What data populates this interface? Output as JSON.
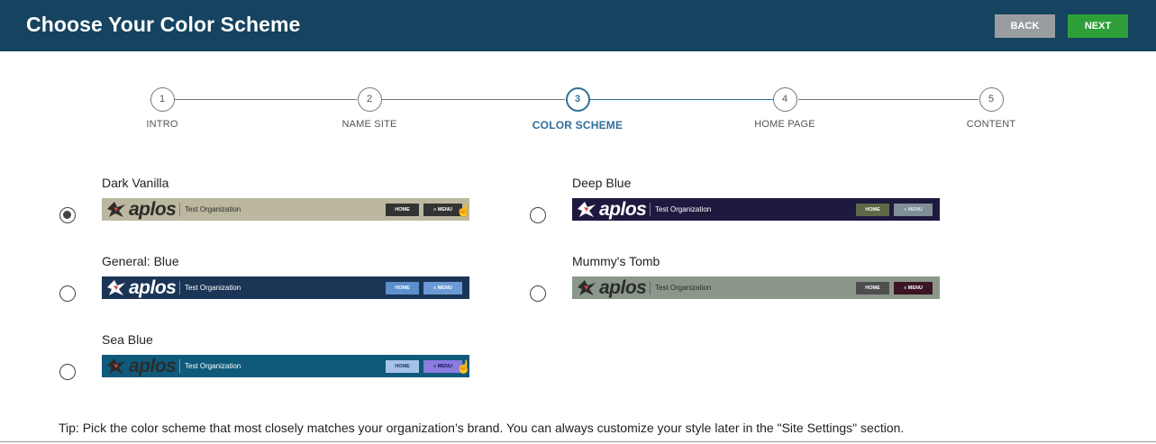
{
  "header": {
    "title": "Choose Your Color Scheme",
    "back_label": "BACK",
    "next_label": "NEXT"
  },
  "steps": [
    {
      "number": "1",
      "label": "INTRO"
    },
    {
      "number": "2",
      "label": "NAME SITE"
    },
    {
      "number": "3",
      "label": "COLOR SCHEME",
      "active": true
    },
    {
      "number": "4",
      "label": "HOME PAGE"
    },
    {
      "number": "5",
      "label": "CONTENT"
    }
  ],
  "schemes": [
    {
      "name": "Dark Vanilla",
      "selected": true,
      "logo": "aplos",
      "org": "Test Organization",
      "home": "HOME",
      "menu": "MENU",
      "colors": {
        "bar": "#bcb89f",
        "logo": "#2b2b2b",
        "org": "#2b2b2b",
        "home_bg": "#333333",
        "home_fg": "#ffffff",
        "menu_bg": "#333333",
        "menu_fg": "#ffffff"
      }
    },
    {
      "name": "Deep Blue",
      "selected": false,
      "logo": "aplos",
      "org": "Test Organization",
      "home": "HOME",
      "menu": "MENU",
      "colors": {
        "bar": "#1e1a3f",
        "logo": "#ffffff",
        "org": "#ffffff",
        "home_bg": "#5e6a47",
        "home_fg": "#ffffff",
        "menu_bg": "#7f8f96",
        "menu_fg": "#dfe6e8"
      }
    },
    {
      "name": "General: Blue",
      "selected": false,
      "logo": "aplos",
      "org": "Test Organization",
      "home": "HOME",
      "menu": "MENU",
      "colors": {
        "bar": "#1b3557",
        "logo": "#ffffff",
        "org": "#ffffff",
        "home_bg": "#5d8fcc",
        "home_fg": "#ffffff",
        "menu_bg": "#6b9ad4",
        "menu_fg": "#ffffff"
      }
    },
    {
      "name": "Mummy's Tomb",
      "selected": false,
      "logo": "aplos",
      "org": "Test Organization",
      "home": "HOME",
      "menu": "MENU",
      "colors": {
        "bar": "#8b978a",
        "logo": "#2b2b2b",
        "org": "#2b2b2b",
        "home_bg": "#4e4e4e",
        "home_fg": "#ffffff",
        "menu_bg": "#3b1526",
        "menu_fg": "#ffffff"
      }
    },
    {
      "name": "Sea Blue",
      "selected": false,
      "logo": "aplos",
      "org": "Test Organization",
      "home": "HOME",
      "menu": "MENU",
      "colors": {
        "bar": "#0f5a7a",
        "logo": "#2b2b2b",
        "org": "#ffffff",
        "home_bg": "#a6c2e8",
        "home_fg": "#1b3557",
        "menu_bg": "#8c7be0",
        "menu_fg": "#1b1550"
      }
    }
  ],
  "tip": "Tip: Pick the color scheme that most closely matches your organization’s brand. You can always customize your style later in the \"Site Settings\" section.",
  "icons": {
    "logo_mark": "aplos-bird-logo-icon",
    "cursor": "hand-pointer-icon",
    "menu": "hamburger-icon"
  },
  "colors": {
    "header_bg": "#154360",
    "back_button": "#9a9da0",
    "next_button": "#2e9f38",
    "active_step": "#2f6f9a"
  }
}
